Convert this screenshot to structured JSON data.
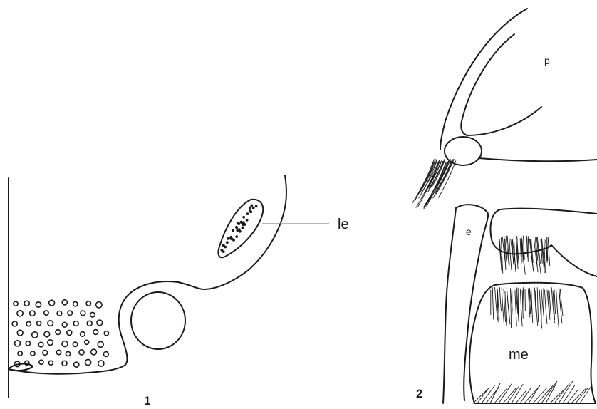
{
  "panel_1": {
    "number": "1",
    "label_le": "le"
  },
  "panel_2": {
    "number": "2",
    "label_p": "p",
    "label_e": "e",
    "label_me": "me"
  }
}
